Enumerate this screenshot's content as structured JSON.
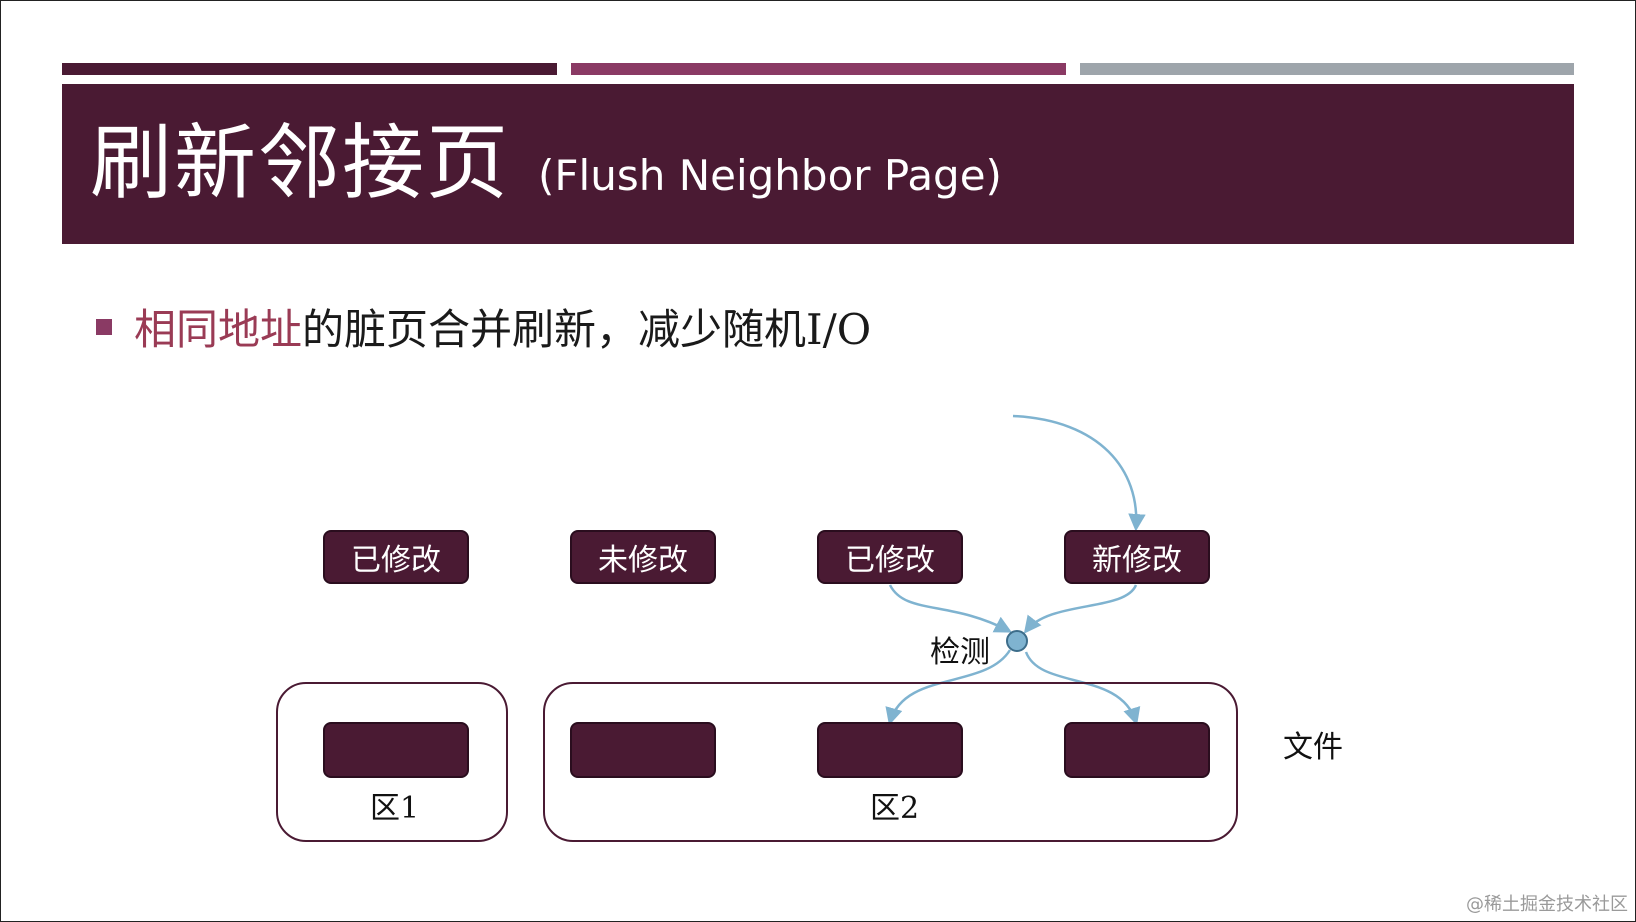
{
  "title": {
    "main": "刷新邻接页",
    "sub": "(Flush Neighbor Page)"
  },
  "bullet": {
    "highlight": "相同地址",
    "rest": "的脏页合并刷新，减少随机I/O"
  },
  "diagram": {
    "states": [
      "已修改",
      "未修改",
      "已修改",
      "新修改"
    ],
    "check_label": "检测",
    "file_label": "文件",
    "zones": [
      "区1",
      "区2"
    ]
  },
  "colors": {
    "primary": "#4a1a33",
    "accent": "#8a3a64",
    "neutral": "#9ea5ab",
    "highlight_text": "#9a3b55",
    "arrow": "#7fb3d0"
  },
  "watermark": "@稀土掘金技术社区"
}
